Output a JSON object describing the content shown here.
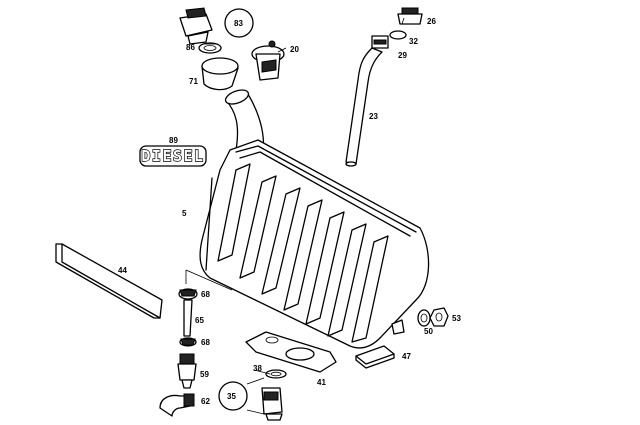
{
  "diagram": {
    "badge_text": "DIESEL",
    "parts": {
      "p83": "83",
      "p86": "86",
      "p71": "71",
      "p20": "20",
      "p26": "26",
      "p32": "32",
      "p29": "29",
      "p23": "23",
      "p89": "89",
      "p5": "5",
      "p44": "44",
      "p68a": "68",
      "p65": "65",
      "p68b": "68",
      "p59": "59",
      "p62": "62",
      "p35": "35",
      "p38": "38",
      "p41": "41",
      "p47": "47",
      "p50": "50",
      "p53": "53"
    }
  }
}
